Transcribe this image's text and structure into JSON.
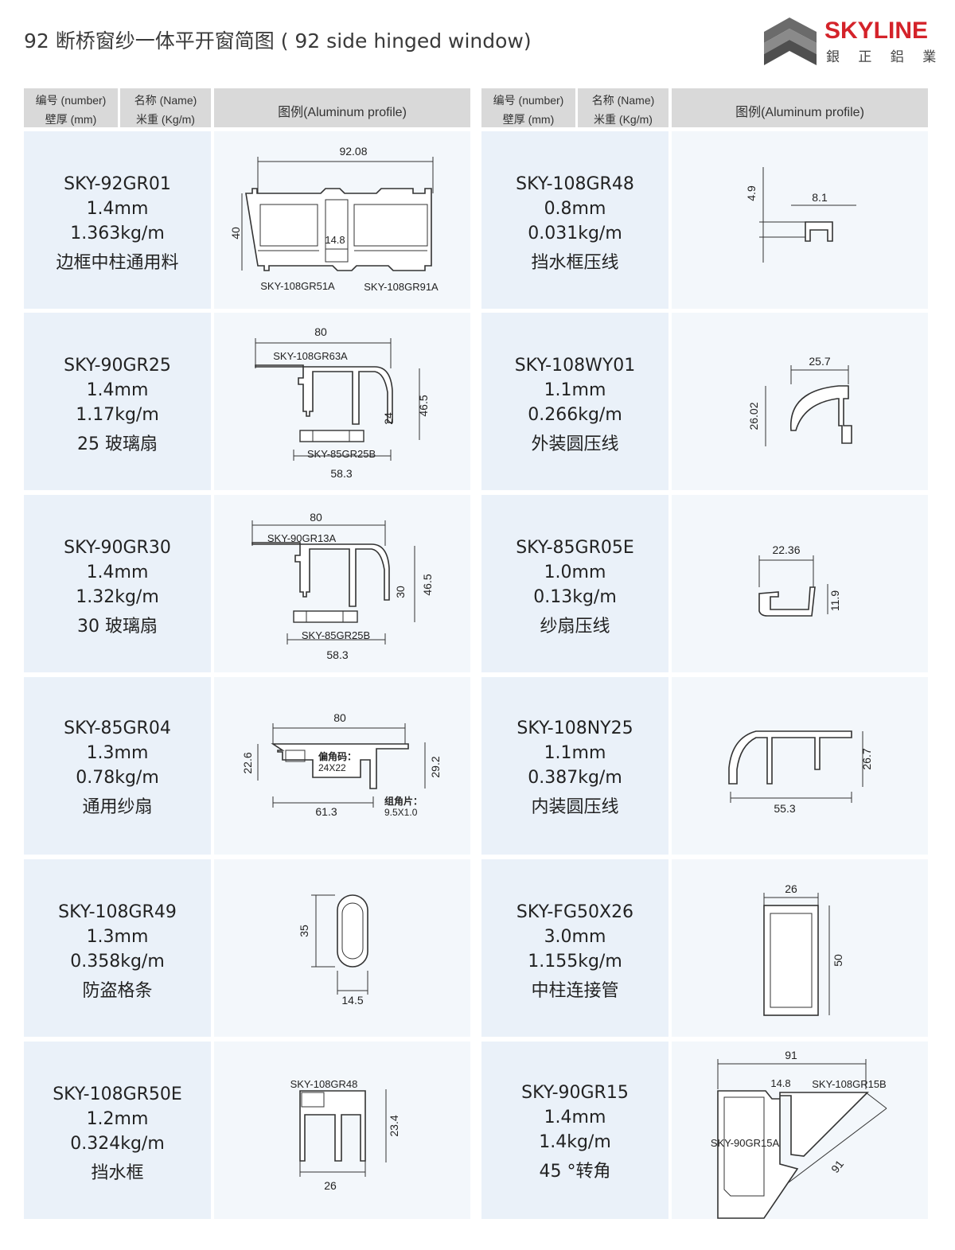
{
  "header": {
    "title": "92 断桥窗纱一体平开窗简图 ( 92 side hinged window)",
    "logo_en": "SKYLINE",
    "logo_cn": "銀 正 鋁 業"
  },
  "table_header": {
    "number": "编号 (number)",
    "name": "名称 (Name)",
    "thickness": "壁厚 (mm)",
    "weight": "米重 (Kg/m)",
    "figure": "图例(Aluminum profile)"
  },
  "rows_left": [
    {
      "code": "SKY-92GR01",
      "thickness": "1.4mm",
      "weight": "1.363kg/m",
      "name": "边框中柱通用料"
    },
    {
      "code": "SKY-90GR25",
      "thickness": "1.4mm",
      "weight": "1.17kg/m",
      "name": "25 玻璃扇"
    },
    {
      "code": "SKY-90GR30",
      "thickness": "1.4mm",
      "weight": "1.32kg/m",
      "name": "30 玻璃扇"
    },
    {
      "code": "SKY-85GR04",
      "thickness": "1.3mm",
      "weight": "0.78kg/m",
      "name": "通用纱扇"
    },
    {
      "code": "SKY-108GR49",
      "thickness": "1.3mm",
      "weight": "0.358kg/m",
      "name": "防盗格条"
    },
    {
      "code": "SKY-108GR50E",
      "thickness": "1.2mm",
      "weight": "0.324kg/m",
      "name": "挡水框"
    }
  ],
  "rows_right": [
    {
      "code": "SKY-108GR48",
      "thickness": "0.8mm",
      "weight": "0.031kg/m",
      "name": "挡水框压线"
    },
    {
      "code": "SKY-108WY01",
      "thickness": "1.1mm",
      "weight": "0.266kg/m",
      "name": "外装圆压线"
    },
    {
      "code": "SKY-85GR05E",
      "thickness": "1.0mm",
      "weight": "0.13kg/m",
      "name": "纱扇压线"
    },
    {
      "code": "SKY-108NY25",
      "thickness": "1.1mm",
      "weight": "0.387kg/m",
      "name": "内装圆压线"
    },
    {
      "code": "SKY-FG50X26",
      "thickness": "3.0mm",
      "weight": "1.155kg/m",
      "name": "中柱连接管"
    },
    {
      "code": "SKY-90GR15",
      "thickness": "1.4mm",
      "weight": "1.4kg/m",
      "name": "45 °转角"
    }
  ],
  "figures": {
    "f1": {
      "w": "92.08",
      "h": "40",
      "mid": "14.8",
      "la": "SKY-108GR51A",
      "lb": "SKY-108GR91A"
    },
    "f2": {
      "w": "80",
      "top": "SKY-108GR63A",
      "bot": "SKY-85GR25B",
      "bw": "58.3",
      "h1": "24",
      "h2": "46.5"
    },
    "f3": {
      "w": "80",
      "top": "SKY-90GR13A",
      "bot": "SKY-85GR25B",
      "bw": "58.3",
      "h1": "30",
      "h2": "46.5"
    },
    "f4": {
      "w": "80",
      "h1": "22.6",
      "h2": "29.2",
      "bw": "61.3",
      "c1": "偏角码：",
      "c2": "24X22",
      "c3": "组角片：",
      "c4": "9.5X1.0"
    },
    "f5": {
      "h": "35",
      "w": "14.5"
    },
    "f6": {
      "top": "SKY-108GR48",
      "h": "23.4",
      "w": "26"
    },
    "r1": {
      "h": "4.9",
      "w": "8.1"
    },
    "r2": {
      "w": "25.7",
      "h": "26.02"
    },
    "r3": {
      "w": "22.36",
      "h": "11.9"
    },
    "r4": {
      "h": "26.7",
      "w": "55.3"
    },
    "r5": {
      "w": "26",
      "h": "50"
    },
    "r6": {
      "w": "91",
      "m": "14.8",
      "la": "SKY-108GR15B",
      "lb": "SKY-90GR15A",
      "d": "91"
    }
  }
}
